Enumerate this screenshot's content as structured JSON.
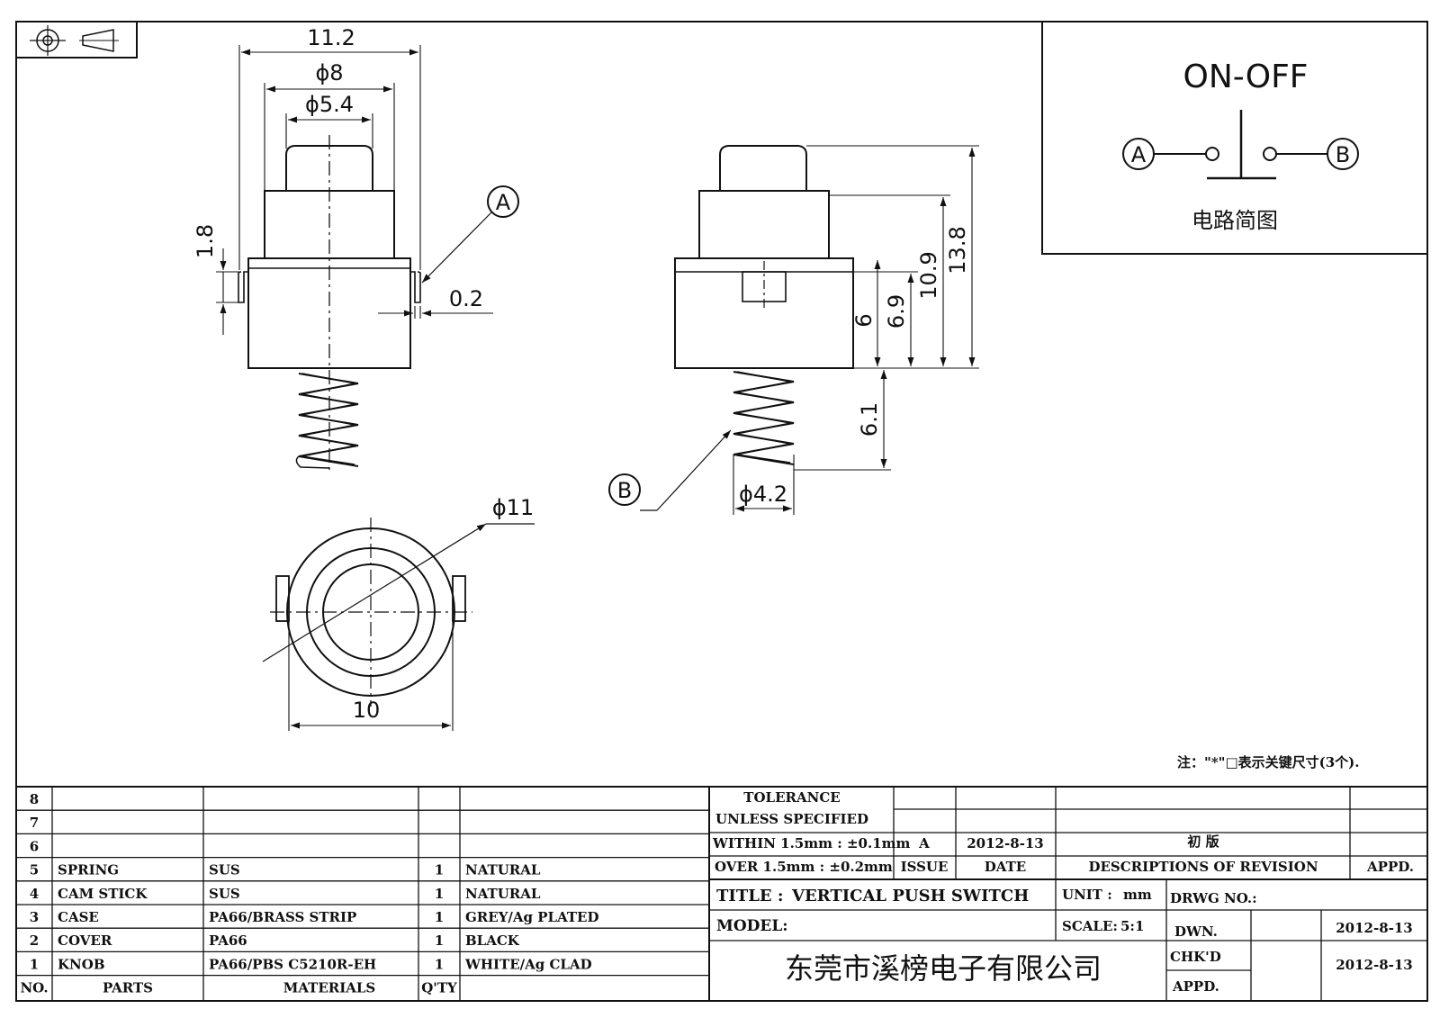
{
  "dimensions": {
    "top_width": "11.2",
    "cover_dia": "ϕ8",
    "knob_dia": "ϕ5.4",
    "strip_height": "1.8",
    "strip_thickness": "0.2",
    "case_height": "6",
    "case_plus_strip": "6.9",
    "height_cover": "10.9",
    "height_total": "13.8",
    "spring_length": "6.1",
    "spring_dia": "ϕ4.2",
    "bottom_outer_dia": "ϕ11",
    "bottom_width": "10"
  },
  "callouts": {
    "a": "A",
    "b": "B"
  },
  "circuit": {
    "title": "ON-OFF",
    "node_a": "A",
    "node_b": "B",
    "caption": "电路简图"
  },
  "note": "注：\"*\"□表示关键尺寸(3个).",
  "bom": {
    "empty_rows": [
      "8",
      "7",
      "6"
    ],
    "rows": [
      {
        "no": "5",
        "part": "SPRING",
        "material": "SUS",
        "qty": "1",
        "finish": "NATURAL"
      },
      {
        "no": "4",
        "part": "CAM STICK",
        "material": "SUS",
        "qty": "1",
        "finish": "NATURAL"
      },
      {
        "no": "3",
        "part": "CASE",
        "material": "PA66/BRASS STRIP",
        "qty": "1",
        "finish": "GREY/Ag PLATED"
      },
      {
        "no": "2",
        "part": "COVER",
        "material": "PA66",
        "qty": "1",
        "finish": "BLACK"
      },
      {
        "no": "1",
        "part": "KNOB",
        "material": "PA66/PBS C5210R-EH",
        "qty": "1",
        "finish": "WHITE/Ag CLAD"
      }
    ],
    "header": {
      "no": "NO.",
      "part": "PARTS",
      "material": "MATERIALS",
      "qty": "Q'TY"
    }
  },
  "title_block": {
    "tolerance_title": "TOLERANCE",
    "tolerance_sub": "UNLESS  SPECIFIED",
    "within": "WITHIN 1.5mm : ±0.1mm",
    "over": "OVER 1.5mm : ±0.2mm",
    "issue_value": "A",
    "date_value": "2012-8-13",
    "revision_value": "初  版",
    "issue_label": "ISSUE",
    "date_label": "DATE",
    "revision_label": "DESCRIPTIONS OF REVISION",
    "appd_label": "APPD.",
    "title_label": "TITLE :",
    "title_value": "VERTICAL PUSH SWITCH",
    "unit_label": "UNIT :",
    "unit_value": "mm",
    "drwg_label": "DRWG NO.:",
    "model_label": "MODEL:",
    "scale_label": "SCALE:",
    "scale_value": "5:1",
    "dwn_label": "DWN.",
    "dwn_date": "2012-8-13",
    "chkd_label": "CHK'D",
    "chkd_date": "2012-8-13",
    "appd2_label": "APPD.",
    "company": "东莞市溪榜电子有限公司"
  }
}
